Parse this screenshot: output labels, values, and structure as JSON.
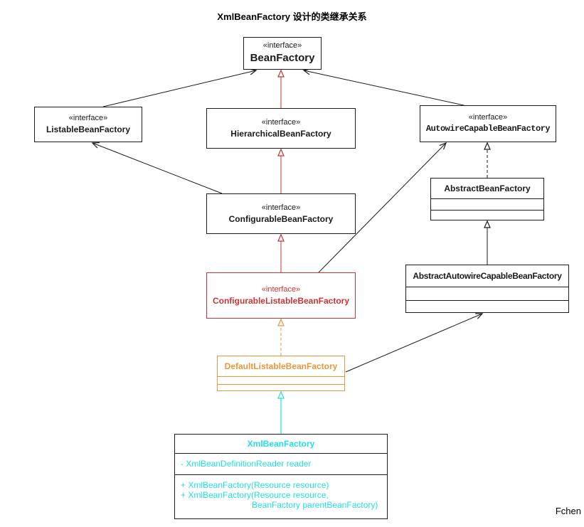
{
  "title": "XmlBeanFactory 设计的类继承关系",
  "signature": "Fchen",
  "colors": {
    "line_black": "#1a1a1a",
    "accent_red": "#cc3333",
    "accent_orange": "#e8973b",
    "accent_cyan": "#22dede"
  },
  "classes": {
    "bean_factory": {
      "stereotype": "«interface»",
      "name": "BeanFactory"
    },
    "listable_bean_factory": {
      "stereotype": "«interface»",
      "name": "ListableBeanFactory"
    },
    "hierarchical_bean_factory": {
      "stereotype": "«interface»",
      "name": "HierarchicalBeanFactory"
    },
    "autowire_capable_bean_factory": {
      "stereotype": "«interface»",
      "name": "AutowireCapableBeanFactory"
    },
    "abstract_bean_factory": {
      "name": "AbstractBeanFactory"
    },
    "configurable_bean_factory": {
      "stereotype": "«interface»",
      "name": "ConfigurableBeanFactory"
    },
    "abstract_autowire_capable_bean_factory": {
      "name": "AbstractAutowireCapableBeanFactory"
    },
    "configurable_listable_bean_factory": {
      "stereotype": "«interface»",
      "name": "ConfigurableListableBeanFactory"
    },
    "default_listable_bean_factory": {
      "name": "DefaultListableBeanFactory"
    },
    "xml_bean_factory": {
      "name": "XmlBeanFactory",
      "field_1": "- XmlBeanDefinitionReader reader",
      "method_1": "+ XmlBeanFactory(Resource resource)",
      "method_2": "+ XmlBeanFactory(Resource resource,",
      "method_2_cont": "BeanFactory parentBeanFactory)"
    }
  }
}
